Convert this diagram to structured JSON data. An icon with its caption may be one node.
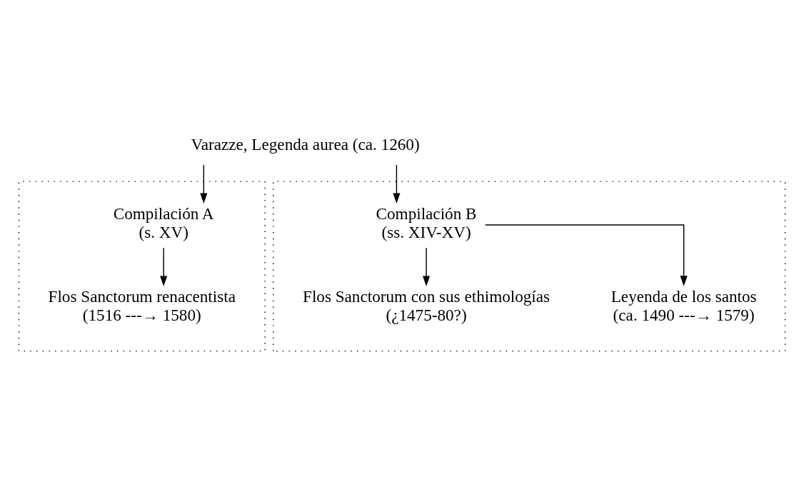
{
  "diagram": {
    "nodes": [
      {
        "text": [
          "Varazze, Legenda aurea (ca. 1260)"
        ]
      },
      {
        "text": [],
        "shape": "box"
      },
      {
        "text": [
          "Compilación A",
          "(s. XV)"
        ],
        "in": 1
      },
      {
        "text": [
          "Flos Sanctorum renacentista",
          "(1516 ---→ 1580)"
        ],
        "in": 1
      },
      {
        "text": [],
        "shape": "box"
      },
      {
        "text": [
          "Compilación B",
          "(ss. XIV-XV)"
        ],
        "in": 4
      },
      {
        "text": [
          "Flos Sanctorum con sus ethimologías",
          "(¿1475-80?)"
        ],
        "in": 4
      },
      {
        "text": [
          "Leyenda de los santos",
          "(ca. 1490 ---→ 1579)"
        ],
        "in": 4
      }
    ],
    "edges": [
      {
        "from": 0,
        "to": 2,
        "arrow": "to"
      },
      {
        "from": 0,
        "to": 5,
        "arrow": "to"
      },
      {
        "from": 2,
        "to": 3,
        "arrow": "to"
      },
      {
        "from": 5,
        "to": 6,
        "arrow": "to"
      },
      {
        "from": 5,
        "to": 7,
        "arrow": "to"
      }
    ]
  }
}
